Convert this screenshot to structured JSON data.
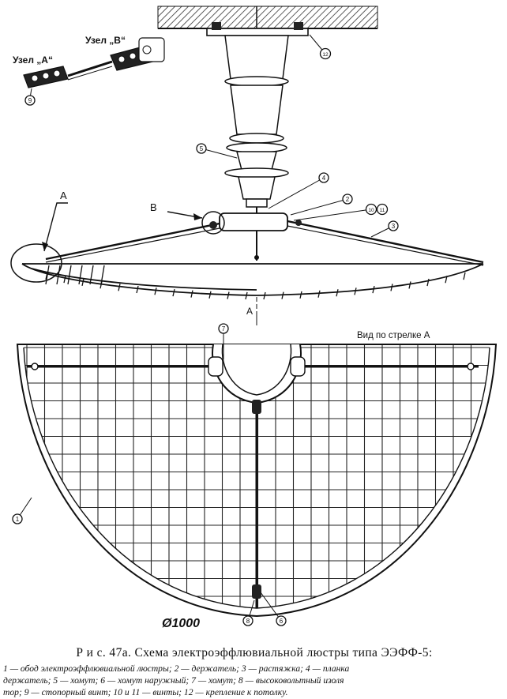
{
  "labels": {
    "node_a": "Узел „А“",
    "node_b": "Узел „В“",
    "arrow_a_top": "А",
    "arrow_a_bottom": "А",
    "node_b_mark": "В",
    "view_label": "Вид по стрелке А",
    "diameter": "Ø1000"
  },
  "callouts": [
    "1",
    "2",
    "3",
    "4",
    "5",
    "6",
    "7",
    "8",
    "9",
    "10",
    "11",
    "12"
  ],
  "caption": {
    "title": "Р и с. 47а. Схема электроэффлювиальной люстры типа ЭЭФФ-5:",
    "legend_line1": "1 — обод электроэффлювиальной люстры; 2 — держатель; 3 — растяжка; 4 — планка",
    "legend_line2": "держатель; 5 — хомут; 6 — хомут наружный; 7 — хомут; 8 — высоковольтный изоля",
    "legend_line3": "тор; 9 — стопорный винт; 10 и 11 — винты; 12 — крепление к потолку."
  },
  "colors": {
    "ink": "#111111",
    "paper": "#ffffff",
    "ceiling_hatch": "#333333"
  }
}
